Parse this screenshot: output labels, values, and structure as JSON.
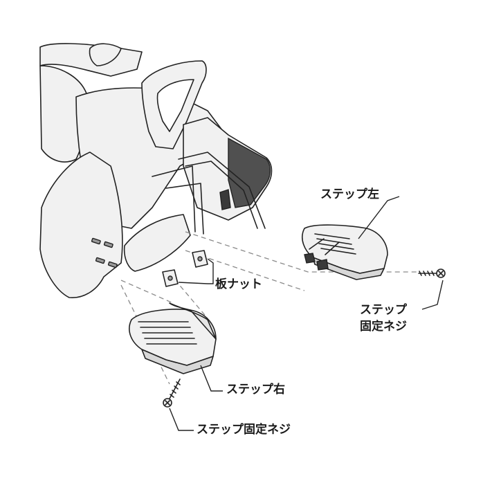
{
  "labels": {
    "step_left": "ステップ左",
    "step_screw_right_line1": "ステップ",
    "step_screw_right_line2": "固定ネジ",
    "plate_nut": "板ナット",
    "step_right": "ステップ右",
    "step_screw_bottom": "ステップ固定ネジ"
  }
}
